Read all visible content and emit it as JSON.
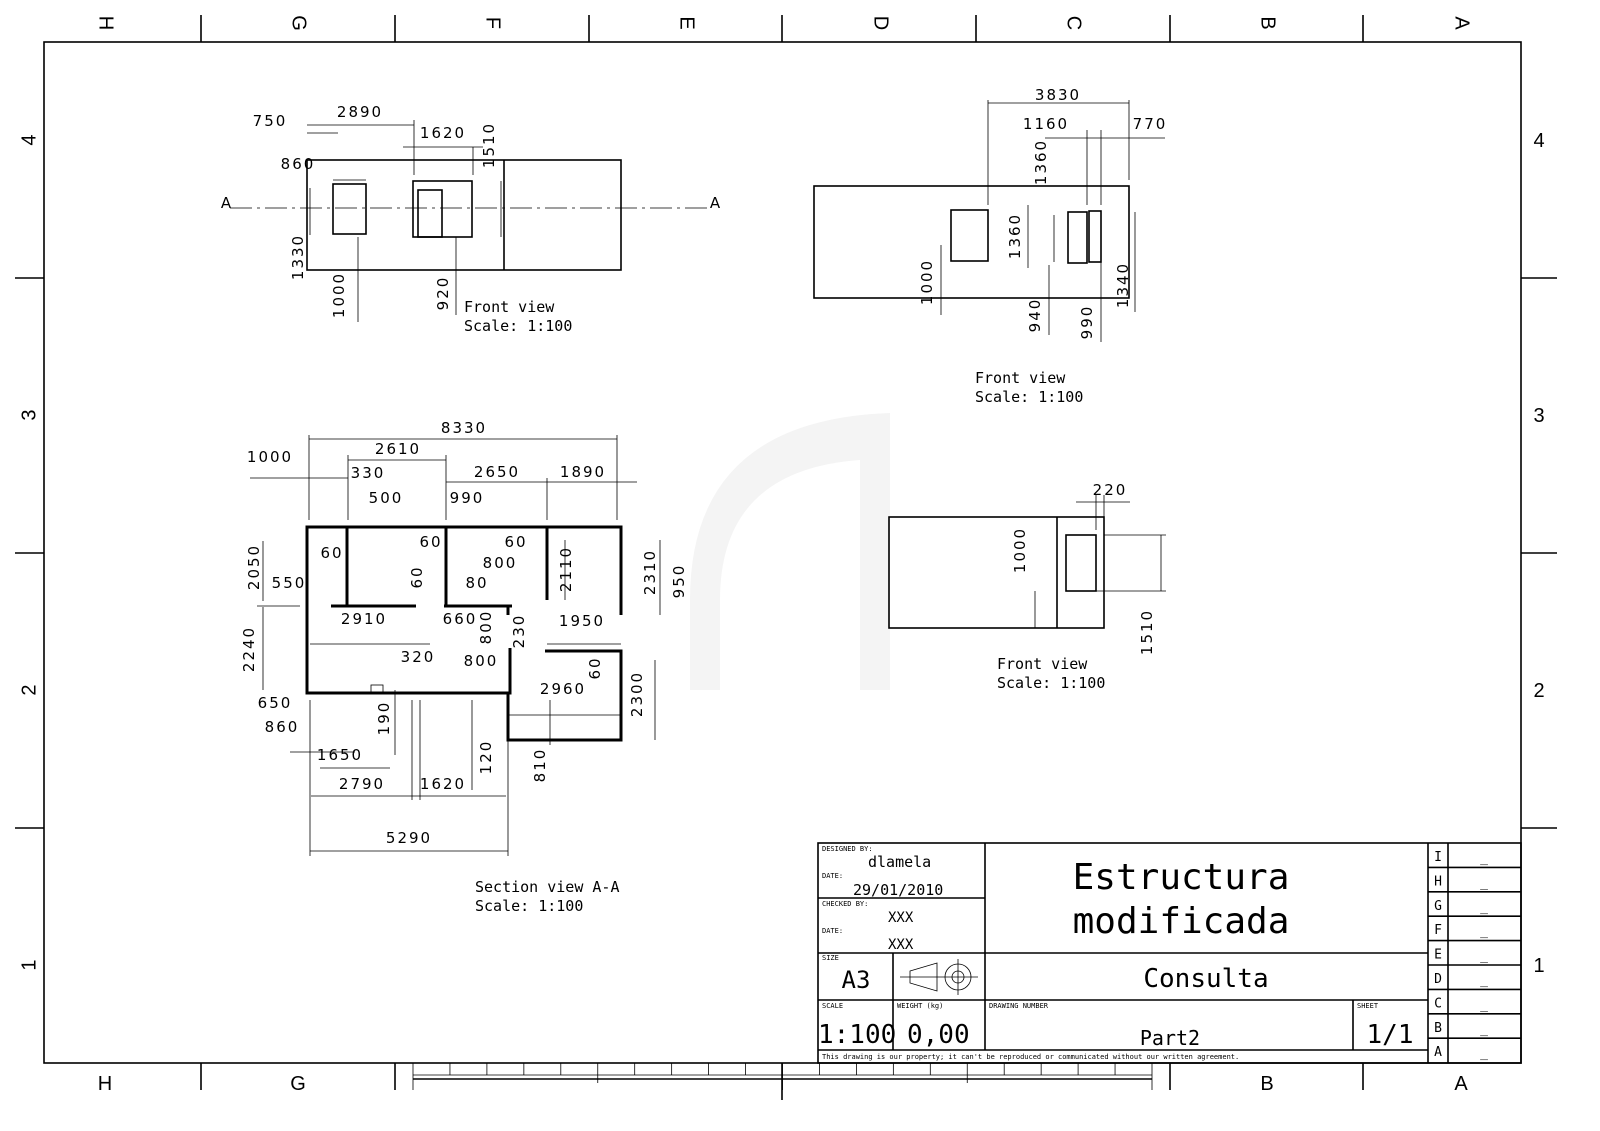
{
  "zones": {
    "columns": [
      "H",
      "G",
      "F",
      "E",
      "D",
      "C",
      "B",
      "A"
    ],
    "rows": [
      "4",
      "3",
      "2",
      "1"
    ]
  },
  "views": {
    "front_view_top_left": {
      "label": "Front view",
      "scale": "Scale:  1:100",
      "section_marker": "A",
      "dims": [
        "750",
        "2890",
        "1620",
        "1510",
        "860",
        "1330",
        "1000",
        "920"
      ]
    },
    "front_view_top_right": {
      "label": "Front view",
      "scale": "Scale:  1:100",
      "dims": [
        "3830",
        "1160",
        "770",
        "1360",
        "1360",
        "1000",
        "940",
        "990",
        "1340"
      ]
    },
    "front_view_right": {
      "label": "Front view",
      "scale": "Scale:  1:100",
      "dims": [
        "220",
        "1000",
        "1510"
      ]
    },
    "section_view": {
      "label": "Section view A-A",
      "scale": "Scale:  1:100",
      "dims": [
        "8330",
        "2610",
        "1000",
        "330",
        "2650",
        "1890",
        "500",
        "990",
        "60",
        "60",
        "60",
        "800",
        "2050",
        "550",
        "60",
        "80",
        "2110",
        "2310",
        "950",
        "2910",
        "660",
        "800",
        "230",
        "1950",
        "2240",
        "320",
        "800",
        "60",
        "2960",
        "2300",
        "650",
        "190",
        "860",
        "120",
        "810",
        "1650",
        "2790",
        "1620",
        "5290"
      ]
    }
  },
  "title_block": {
    "designed_by_label": "DESIGNED BY:",
    "designed_by": "dlamela",
    "date_label": "DATE:",
    "date": "29/01/2010",
    "checked_by_label": "CHECKED BY:",
    "checked_by": "XXX",
    "date2_label": "DATE:",
    "date2": "XXX",
    "size_label": "SIZE",
    "size": "A3",
    "title_line1": "Estructura",
    "title_line2": "modificada",
    "subtitle": "Consulta",
    "scale_label": "SCALE",
    "scale": "1:100",
    "weight_label": "WEIGHT (kg)",
    "weight": "0,00",
    "drawing_number_label": "DRAWING NUMBER",
    "drawing_number": "Part2",
    "sheet_label": "SHEET",
    "sheet": "1/1",
    "disclaimer": "This drawing is our property; it can't be reproduced or communicated without our written agreement.",
    "revisions": [
      {
        "letter": "I",
        "value": "_"
      },
      {
        "letter": "H",
        "value": "_"
      },
      {
        "letter": "G",
        "value": "_"
      },
      {
        "letter": "F",
        "value": "_"
      },
      {
        "letter": "E",
        "value": "_"
      },
      {
        "letter": "D",
        "value": "_"
      },
      {
        "letter": "C",
        "value": "_"
      },
      {
        "letter": "B",
        "value": "_"
      },
      {
        "letter": "A",
        "value": "_"
      }
    ]
  }
}
